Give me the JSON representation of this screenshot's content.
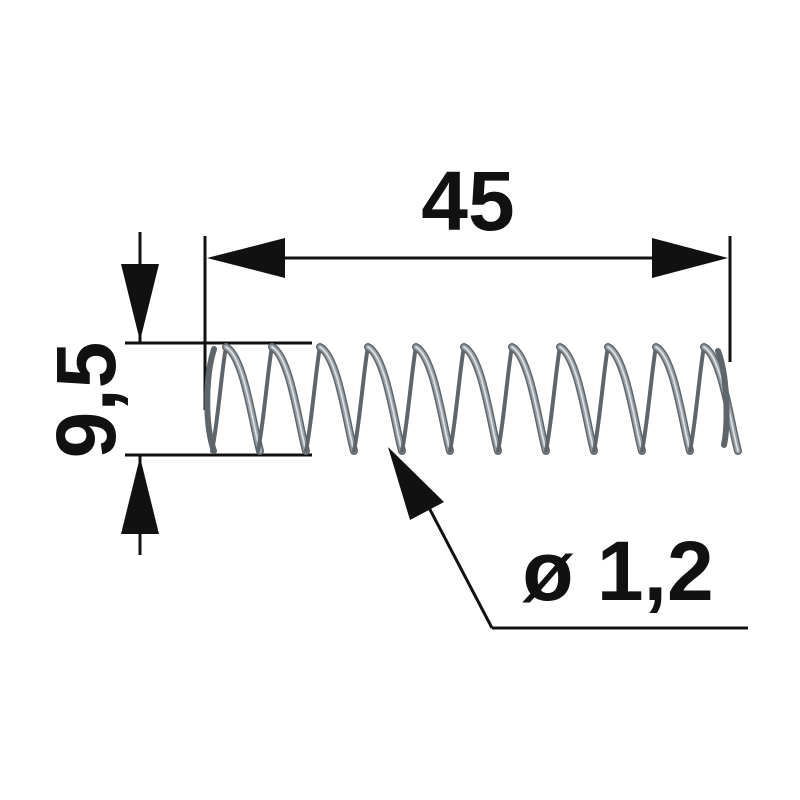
{
  "labels": {
    "length": "45",
    "outer_diameter": "9,5",
    "wire_diameter": "ø 1,2"
  },
  "colors": {
    "ink": "#111111",
    "spring": "#9aa2a8",
    "spring_highlight": "#dfe3e6",
    "spring_shadow": "#5f666b"
  }
}
